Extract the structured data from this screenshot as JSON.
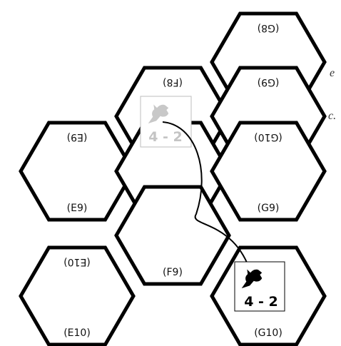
{
  "hexes": [
    {
      "id": "G8-top",
      "upright": "",
      "flipped": "(G8)"
    },
    {
      "id": "F8",
      "upright": "(F8)",
      "flipped": "(F8)"
    },
    {
      "id": "G8",
      "upright": "(G8)",
      "flipped": "(G9)"
    },
    {
      "id": "E9",
      "upright": "(E9)",
      "flipped": "(E9)"
    },
    {
      "id": "F9-upper",
      "upright": "",
      "flipped": "(F9)"
    },
    {
      "id": "G9",
      "upright": "(G9)",
      "flipped": "(G10)"
    },
    {
      "id": "E10",
      "upright": "(E10)",
      "flipped": "(E10)"
    },
    {
      "id": "F9",
      "upright": "(F9)",
      "flipped": ""
    },
    {
      "id": "G10",
      "upright": "(G10)",
      "flipped": ""
    }
  ],
  "counters": {
    "ghost": {
      "value": "4 - 2",
      "state": "previous position",
      "color": "#c4c4c4"
    },
    "active": {
      "value": "4 - 2",
      "state": "current position",
      "color": "#000000"
    }
  },
  "margin_text": {
    "line1": "e",
    "line2": "c."
  },
  "icon": "horse-head-icon"
}
